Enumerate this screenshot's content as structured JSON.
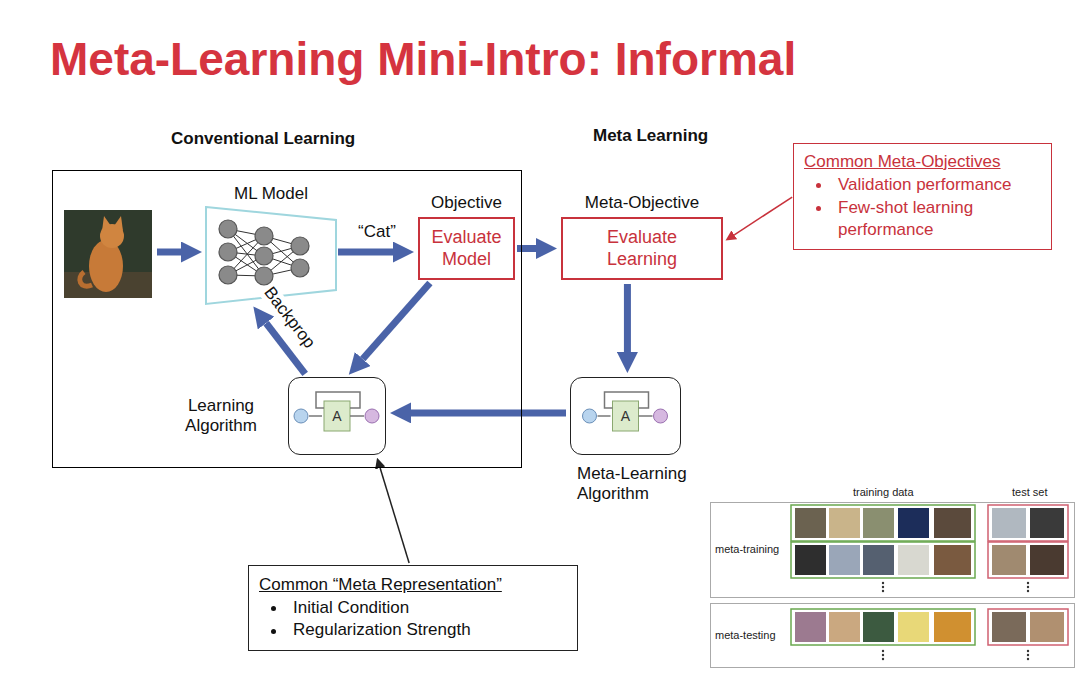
{
  "diagram": {
    "title": "Meta-Learning Mini-Intro: Informal",
    "nodes": [
      {
        "text": [
          "Conventional Learning"
        ]
      },
      {
        "text": [
          "ML Model"
        ],
        "in": 0
      },
      {
        "text": [
          "Objective",
          "Evaluate Model"
        ],
        "in": 0
      },
      {
        "text": [
          "Learning Algorithm"
        ],
        "in": 0
      },
      {
        "text": [
          "Meta-Objective",
          "Evaluate Learning"
        ]
      },
      {
        "text": [
          "Common Meta-Objectives",
          "Validation performance",
          "Few-shot learning performance"
        ]
      },
      {
        "text": [
          "Meta-Learning Algorithm"
        ]
      },
      {
        "text": [
          "Common “Meta Representation”",
          "Initial Condition",
          "Regularization Strength"
        ]
      },
      {
        "text": [
          "meta-training"
        ]
      },
      {
        "text": [
          "meta-testing"
        ]
      }
    ],
    "edges": [
      {
        "from": 1,
        "to": 2,
        "label": "“Cat”",
        "arrow": "to"
      },
      {
        "from": 2,
        "to": 3,
        "arrow": "to"
      },
      {
        "from": 3,
        "to": 1,
        "label": "Backprop",
        "arrow": "to"
      },
      {
        "from": 2,
        "to": 4,
        "arrow": "to"
      },
      {
        "from": 4,
        "to": 6,
        "arrow": "to"
      },
      {
        "from": 6,
        "to": 3,
        "arrow": "to"
      },
      {
        "from": 7,
        "to": 3,
        "arrow": "to"
      },
      {
        "from": 5,
        "to": 4,
        "arrow": "to"
      }
    ],
    "labels": [
      "Meta Learning",
      "A",
      "A",
      "training data",
      "test set"
    ]
  }
}
